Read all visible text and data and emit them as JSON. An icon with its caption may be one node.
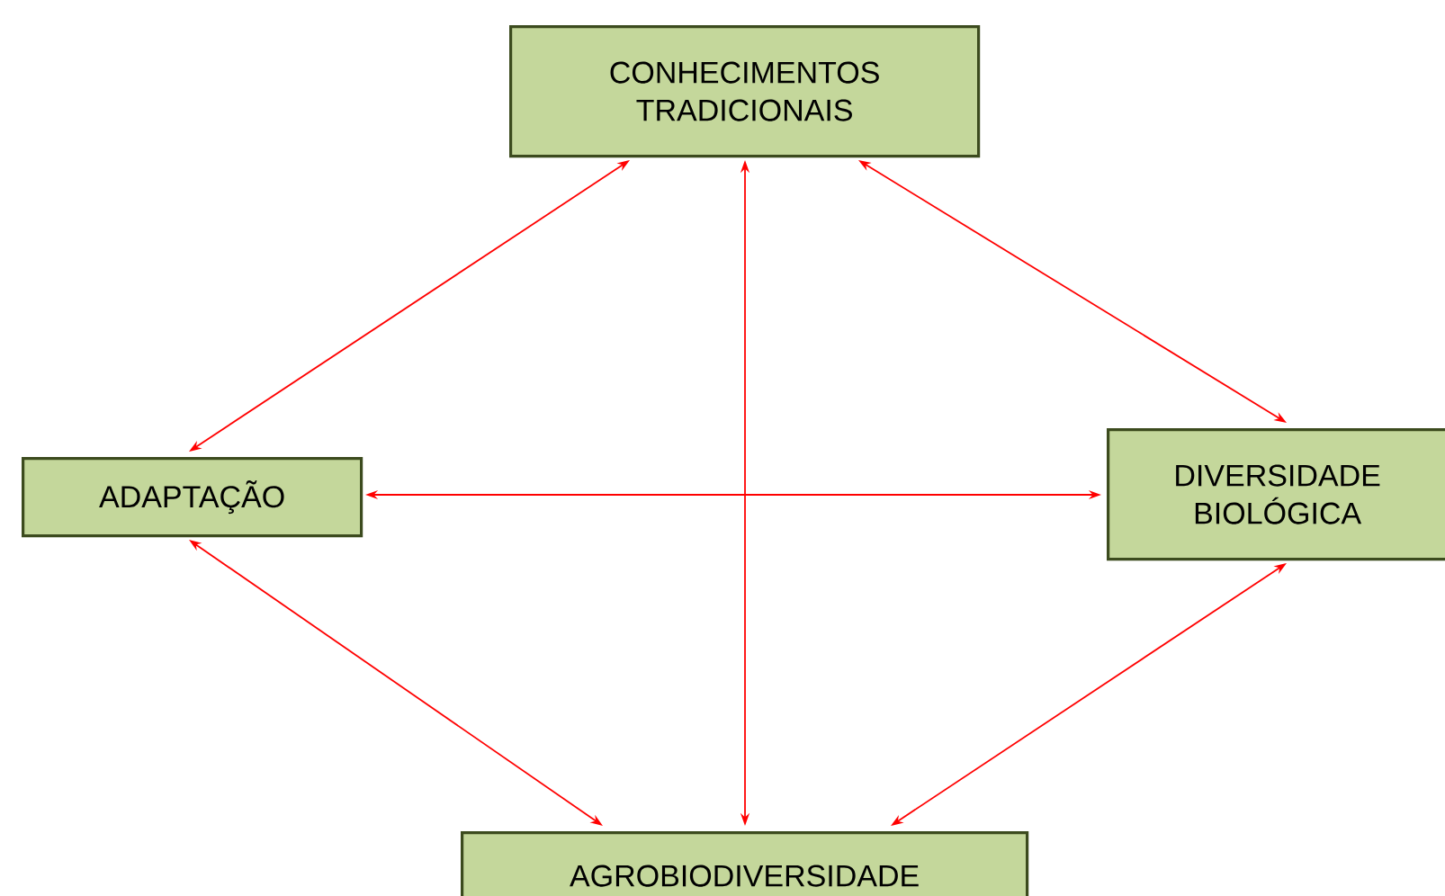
{
  "diagram": {
    "nodes": [
      {
        "text": [
          "CONHECIMENTOS TRADICIONAIS"
        ]
      },
      {
        "text": [
          "ADAPTAÇÃO"
        ]
      },
      {
        "text": [
          "DIVERSIDADE BIOLÓGICA"
        ]
      },
      {
        "text": [
          "AGROBIODIVERSIDADE"
        ]
      }
    ],
    "edges": [
      {
        "from": 0,
        "to": 1,
        "arrow": "both",
        "color": "#ff0000"
      },
      {
        "from": 0,
        "to": 2,
        "arrow": "both",
        "color": "#ff0000"
      },
      {
        "from": 0,
        "to": 3,
        "arrow": "both",
        "color": "#ff0000"
      },
      {
        "from": 1,
        "to": 2,
        "arrow": "both",
        "color": "#ff0000"
      },
      {
        "from": 1,
        "to": 3,
        "arrow": "both",
        "color": "#ff0000"
      },
      {
        "from": 2,
        "to": 3,
        "arrow": "both",
        "color": "#ff0000"
      }
    ]
  }
}
